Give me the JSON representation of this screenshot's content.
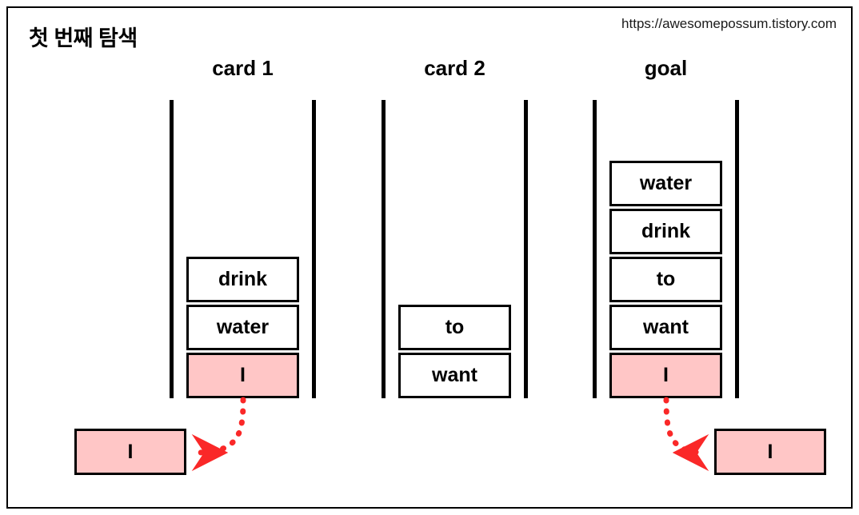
{
  "header": {
    "title": "첫 번째 탐색",
    "source_url": "https://awesomepossum.tistory.com"
  },
  "colors": {
    "highlight_pink": "#ffc6c6",
    "arrow_red": "#fa2828",
    "stroke_black": "#000000",
    "background": "#ffffff"
  },
  "columns": [
    {
      "id": "card1",
      "label": "card 1",
      "cards": [
        {
          "text": "drink",
          "highlighted": false
        },
        {
          "text": "water",
          "highlighted": false
        },
        {
          "text": "I",
          "highlighted": true
        }
      ]
    },
    {
      "id": "card2",
      "label": "card 2",
      "cards": [
        {
          "text": "to",
          "highlighted": false
        },
        {
          "text": "want",
          "highlighted": false
        }
      ]
    },
    {
      "id": "goal",
      "label": "goal",
      "cards": [
        {
          "text": "water",
          "highlighted": false
        },
        {
          "text": "drink",
          "highlighted": false
        },
        {
          "text": "to",
          "highlighted": false
        },
        {
          "text": "want",
          "highlighted": false
        },
        {
          "text": "I",
          "highlighted": true
        }
      ]
    }
  ],
  "results": [
    {
      "id": "popped-from-card1",
      "text": "I",
      "direction": "left"
    },
    {
      "id": "popped-from-goal",
      "text": "I",
      "direction": "right"
    }
  ]
}
